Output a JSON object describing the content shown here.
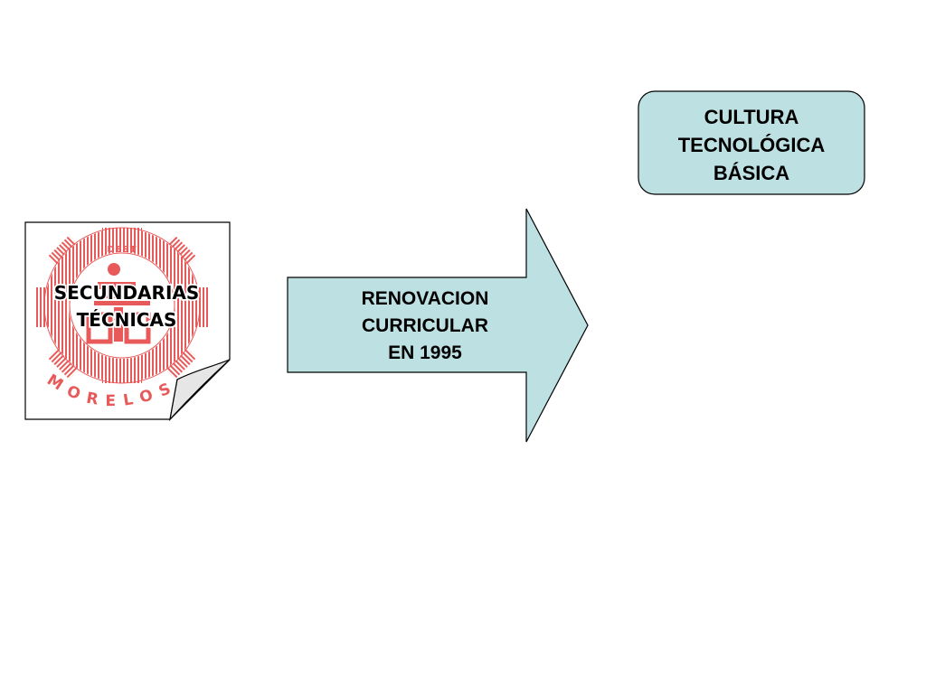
{
  "logo": {
    "title_line1": "SECUNDARIAS",
    "title_line2": "TÉCNICAS",
    "dest": "DEST",
    "arc_text": "MORELOS"
  },
  "arrow": {
    "line1": "RENOVACION",
    "line2": "CURRICULAR",
    "line3": "EN 1995"
  },
  "result_box": {
    "line1": "CULTURA",
    "line2": "TECNOLÓGICA",
    "line3": "BÁSICA"
  },
  "colors": {
    "shape_fill": "#bde0e3",
    "logo_red": "#e85a5a",
    "stroke": "#000000"
  },
  "icons": {
    "logo": "gear-emblem-icon",
    "page_curl": "page-curl-icon"
  }
}
